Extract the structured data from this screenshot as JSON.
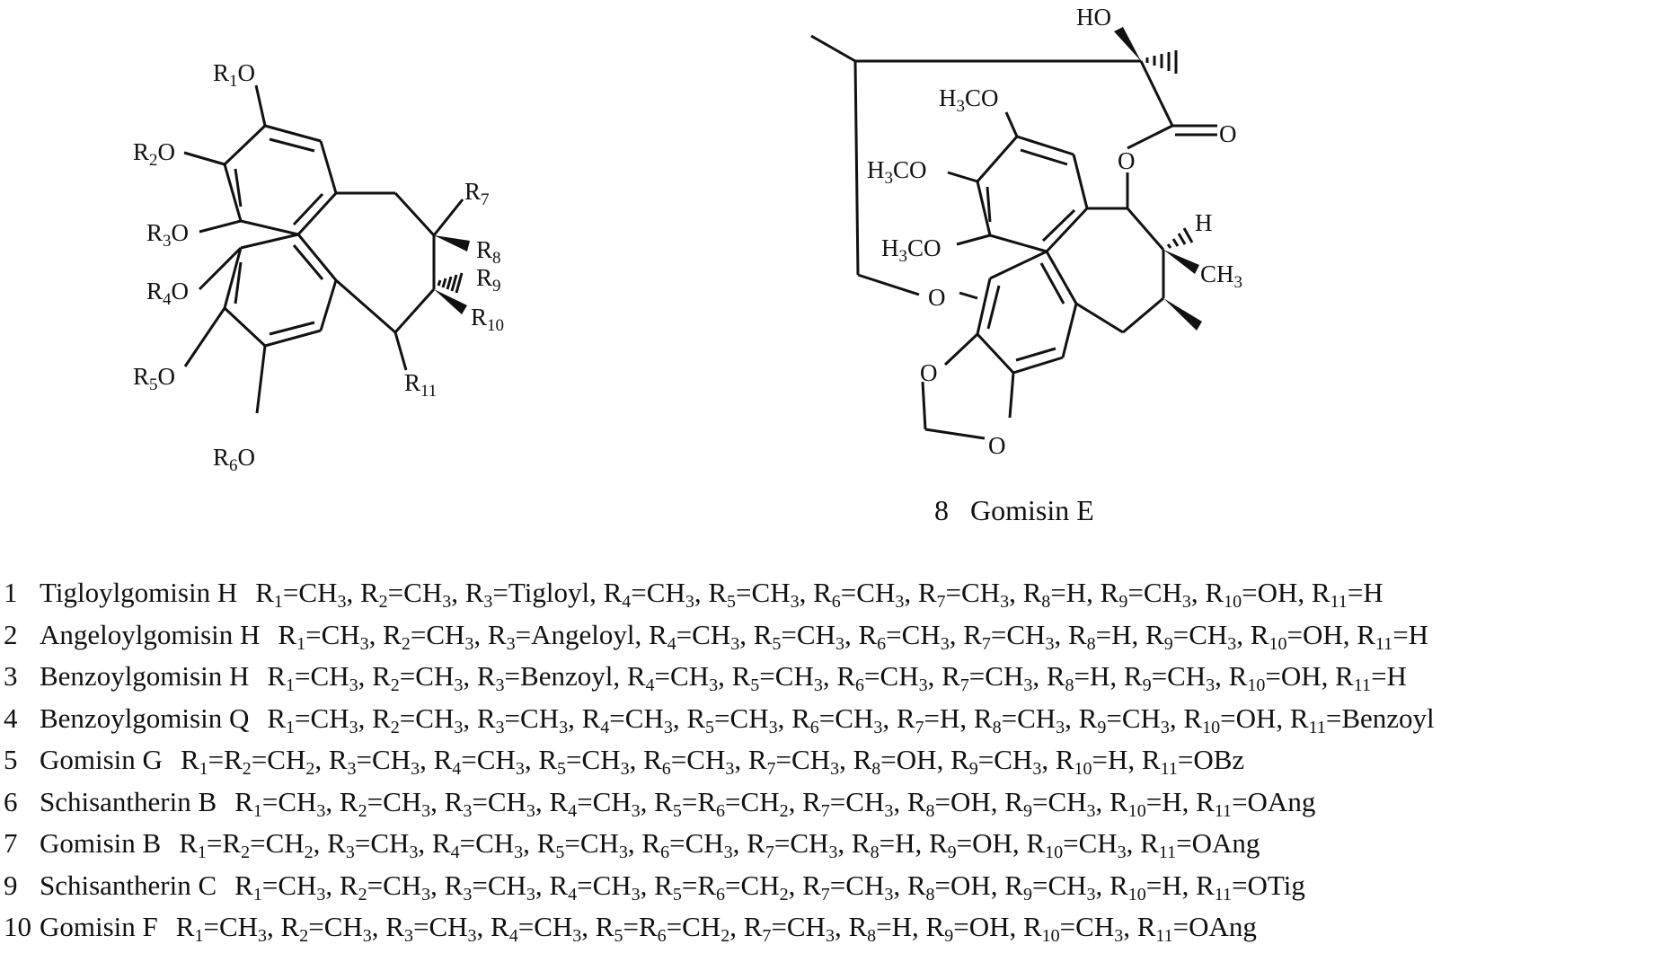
{
  "left_structure": {
    "labels": {
      "r1o": {
        "pre": "R",
        "sub": "1",
        "post": "O"
      },
      "r2o": {
        "pre": "R",
        "sub": "2",
        "post": "O"
      },
      "r3o": {
        "pre": "R",
        "sub": "3",
        "post": "O"
      },
      "r4o": {
        "pre": "R",
        "sub": "4",
        "post": "O"
      },
      "r5o": {
        "pre": "R",
        "sub": "5",
        "post": "O"
      },
      "r6o": {
        "pre": "R",
        "sub": "6",
        "post": "O"
      },
      "r7": {
        "pre": "R",
        "sub": "7",
        "post": ""
      },
      "r8": {
        "pre": "R",
        "sub": "8",
        "post": ""
      },
      "r9": {
        "pre": "R",
        "sub": "9",
        "post": ""
      },
      "r10": {
        "pre": "R",
        "sub": "10",
        "post": ""
      },
      "r11": {
        "pre": "R",
        "sub": "11",
        "post": ""
      }
    }
  },
  "right_structure": {
    "labels": {
      "ho": "HO",
      "och3_1": {
        "pre": "H",
        "sub": "3",
        "post": "CO"
      },
      "och3_2": {
        "pre": "H",
        "sub": "3",
        "post": "CO"
      },
      "och3_3": {
        "pre": "H",
        "sub": "3",
        "post": "CO"
      },
      "ester_o": "O",
      "carbonyl_o": "O",
      "ether_o": "O",
      "dioxole_o1": "O",
      "dioxole_o2": "O",
      "h": "H",
      "ch3": {
        "pre": "CH",
        "sub": "3",
        "post": ""
      }
    },
    "caption": "8   Gomisin E"
  },
  "compounds": [
    {
      "num": "1",
      "name": "Tigloylgomisin H",
      "subs": [
        [
          "1",
          "CH3"
        ],
        [
          "2",
          "CH3"
        ],
        [
          "3",
          "Tigloyl"
        ],
        [
          "4",
          "CH3"
        ],
        [
          "5",
          "CH3"
        ],
        [
          "6",
          "CH3"
        ],
        [
          "7",
          "CH3"
        ],
        [
          "8",
          "H"
        ],
        [
          "9",
          "CH3"
        ],
        [
          "10",
          "OH"
        ],
        [
          "11",
          "H"
        ]
      ]
    },
    {
      "num": "2",
      "name": "Angeloylgomisin H",
      "subs": [
        [
          "1",
          "CH3"
        ],
        [
          "2",
          "CH3"
        ],
        [
          "3",
          "Angeloyl"
        ],
        [
          "4",
          "CH3"
        ],
        [
          "5",
          "CH3"
        ],
        [
          "6",
          "CH3"
        ],
        [
          "7",
          "CH3"
        ],
        [
          "8",
          "H"
        ],
        [
          "9",
          "CH3"
        ],
        [
          "10",
          "OH"
        ],
        [
          "11",
          "H"
        ]
      ]
    },
    {
      "num": "3",
      "name": "Benzoylgomisin H",
      "subs": [
        [
          "1",
          "CH3"
        ],
        [
          "2",
          "CH3"
        ],
        [
          "3",
          "Benzoyl"
        ],
        [
          "4",
          "CH3"
        ],
        [
          "5",
          "CH3"
        ],
        [
          "6",
          "CH3"
        ],
        [
          "7",
          "CH3"
        ],
        [
          "8",
          "H"
        ],
        [
          "9",
          "CH3"
        ],
        [
          "10",
          "OH"
        ],
        [
          "11",
          "H"
        ]
      ]
    },
    {
      "num": "4",
      "name": "Benzoylgomisin Q",
      "subs": [
        [
          "1",
          "CH3"
        ],
        [
          "2",
          "CH3"
        ],
        [
          "3",
          "CH3"
        ],
        [
          "4",
          "CH3"
        ],
        [
          "5",
          "CH3"
        ],
        [
          "6",
          "CH3"
        ],
        [
          "7",
          "H"
        ],
        [
          "8",
          "CH3"
        ],
        [
          "9",
          "CH3"
        ],
        [
          "10",
          "OH"
        ],
        [
          "11",
          "Benzoyl"
        ]
      ]
    },
    {
      "num": "5",
      "name": "Gomisin G",
      "subs": [
        [
          "1",
          ""
        ],
        [
          "2",
          "CH2"
        ],
        [
          "3",
          "CH3"
        ],
        [
          "4",
          "CH3"
        ],
        [
          "5",
          "CH3"
        ],
        [
          "6",
          "CH3"
        ],
        [
          "7",
          "CH3"
        ],
        [
          "8",
          "OH"
        ],
        [
          "9",
          "CH3"
        ],
        [
          "10",
          "H"
        ],
        [
          "11",
          "OBz"
        ]
      ]
    },
    {
      "num": "6",
      "name": "Schisantherin B",
      "subs": [
        [
          "1",
          "CH3"
        ],
        [
          "2",
          "CH3"
        ],
        [
          "3",
          "CH3"
        ],
        [
          "4",
          "CH3"
        ],
        [
          "5",
          ""
        ],
        [
          "6",
          "CH2"
        ],
        [
          "7",
          "CH3"
        ],
        [
          "8",
          "OH"
        ],
        [
          "9",
          "CH3"
        ],
        [
          "10",
          "H"
        ],
        [
          "11",
          "OAng"
        ]
      ]
    },
    {
      "num": "7",
      "name": "Gomisin B",
      "subs": [
        [
          "1",
          ""
        ],
        [
          "2",
          "CH2"
        ],
        [
          "3",
          "CH3"
        ],
        [
          "4",
          "CH3"
        ],
        [
          "5",
          "CH3"
        ],
        [
          "6",
          "CH3"
        ],
        [
          "7",
          "CH3"
        ],
        [
          "8",
          "H"
        ],
        [
          "9",
          "OH"
        ],
        [
          "10",
          "CH3"
        ],
        [
          "11",
          "OAng"
        ]
      ]
    },
    {
      "num": "9",
      "name": "Schisantherin C",
      "subs": [
        [
          "1",
          "CH3"
        ],
        [
          "2",
          "CH3"
        ],
        [
          "3",
          "CH3"
        ],
        [
          "4",
          "CH3"
        ],
        [
          "5",
          ""
        ],
        [
          "6",
          "CH2"
        ],
        [
          "7",
          "CH3"
        ],
        [
          "8",
          "OH"
        ],
        [
          "9",
          "CH3"
        ],
        [
          "10",
          "H"
        ],
        [
          "11",
          "OTig"
        ]
      ]
    },
    {
      "num": "10",
      "name": "Gomisin F",
      "subs": [
        [
          "1",
          "CH3"
        ],
        [
          "2",
          "CH3"
        ],
        [
          "3",
          "CH3"
        ],
        [
          "4",
          "CH3"
        ],
        [
          "5",
          ""
        ],
        [
          "6",
          "CH2"
        ],
        [
          "7",
          "CH3"
        ],
        [
          "8",
          "H"
        ],
        [
          "9",
          "OH"
        ],
        [
          "10",
          "CH3"
        ],
        [
          "11",
          "OAng"
        ]
      ]
    }
  ]
}
